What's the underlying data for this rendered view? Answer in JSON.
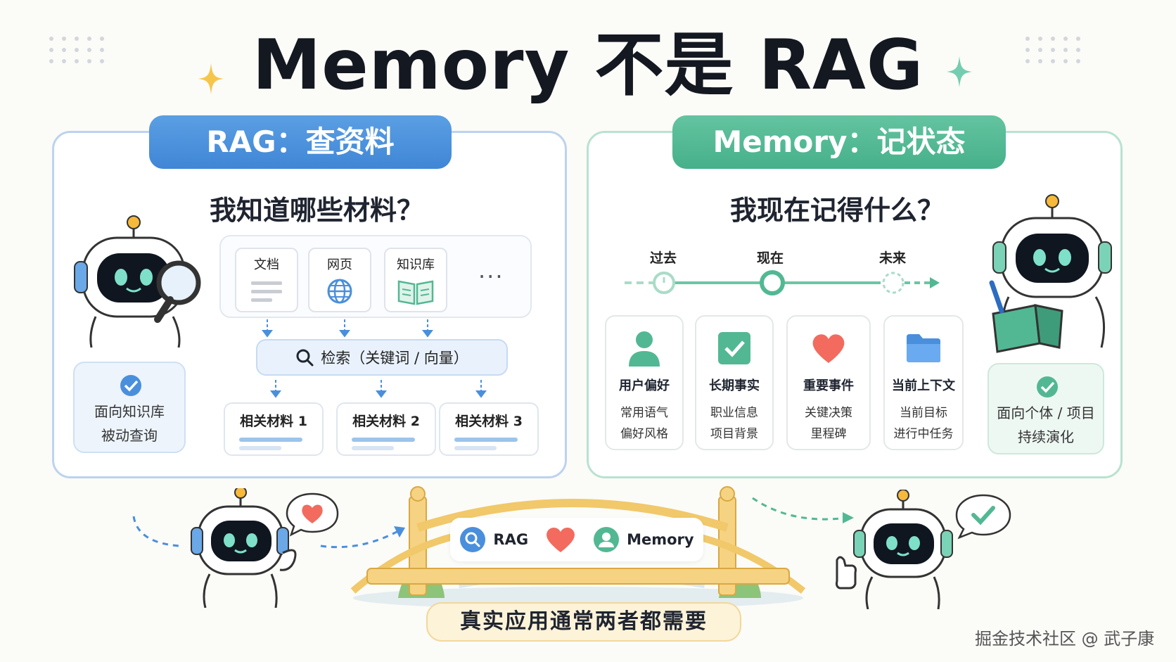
{
  "title": "Memory 不是 RAG",
  "rag_panel": {
    "tab": "RAG：查资料",
    "question": "我知道哪些材料？",
    "sources": [
      {
        "label": "文档",
        "icon": "document-icon"
      },
      {
        "label": "网页",
        "icon": "globe-icon"
      },
      {
        "label": "知识库",
        "icon": "open-book-icon"
      }
    ],
    "more": "···",
    "search": "检索（关键词 / 向量）",
    "results": [
      "相关材料 1",
      "相关材料 2",
      "相关材料 3"
    ],
    "note": [
      "面向知识库",
      "被动查询"
    ]
  },
  "memory_panel": {
    "tab": "Memory：记状态",
    "question": "我现在记得什么？",
    "timeline": [
      "过去",
      "现在",
      "未来"
    ],
    "cards": [
      {
        "title": "用户偏好",
        "lines": [
          "常用语气",
          "偏好风格"
        ],
        "icon": "user-icon"
      },
      {
        "title": "长期事实",
        "lines": [
          "职业信息",
          "项目背景"
        ],
        "icon": "checkbox-icon"
      },
      {
        "title": "重要事件",
        "lines": [
          "关键决策",
          "里程碑"
        ],
        "icon": "heart-icon"
      },
      {
        "title": "当前上下文",
        "lines": [
          "当前目标",
          "进行中任务"
        ],
        "icon": "folder-icon"
      }
    ],
    "note": [
      "面向个体 / 项目",
      "持续演化"
    ]
  },
  "bridge": {
    "rag": "RAG",
    "memory": "Memory"
  },
  "banner": "真实应用通常两者都需要",
  "watermark": "掘金技术社区 @ 武子康",
  "colors": {
    "rag_blue": "#4a8fdc",
    "memory_green": "#52b893",
    "heart_red": "#f26b5e",
    "bridge_gold": "#f1c86a"
  }
}
